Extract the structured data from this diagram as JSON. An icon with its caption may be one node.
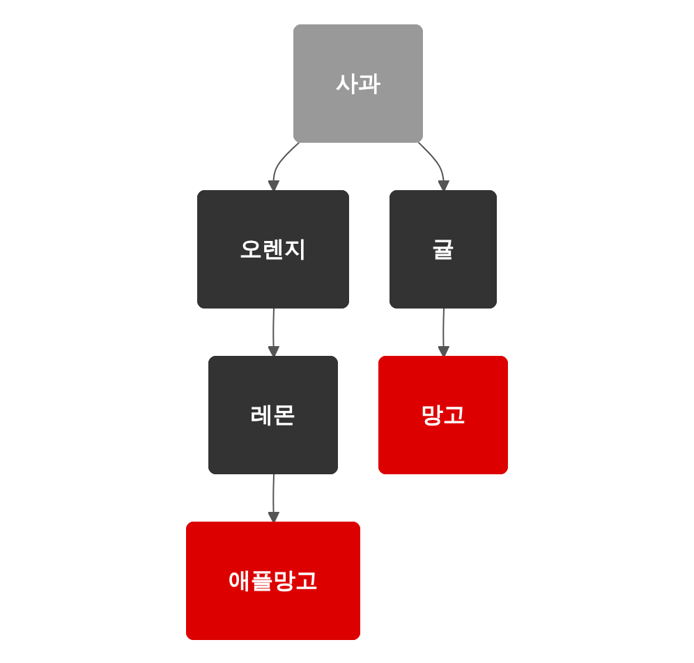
{
  "diagram": {
    "nodes": [
      {
        "text": [
          "사과"
        ]
      },
      {
        "text": [
          "귤"
        ]
      },
      {
        "text": [
          "오렌지"
        ]
      },
      {
        "text": [
          "레몬"
        ]
      },
      {
        "text": [
          "망고"
        ]
      },
      {
        "text": [
          "애플망고"
        ]
      }
    ],
    "edges": [
      {
        "from": 0,
        "to": 1,
        "arrow": "to"
      },
      {
        "from": 0,
        "to": 2,
        "arrow": "to"
      },
      {
        "from": 2,
        "to": 3,
        "arrow": "to"
      },
      {
        "from": 1,
        "to": 4,
        "arrow": "to"
      },
      {
        "from": 3,
        "to": 5,
        "arrow": "to"
      }
    ]
  }
}
